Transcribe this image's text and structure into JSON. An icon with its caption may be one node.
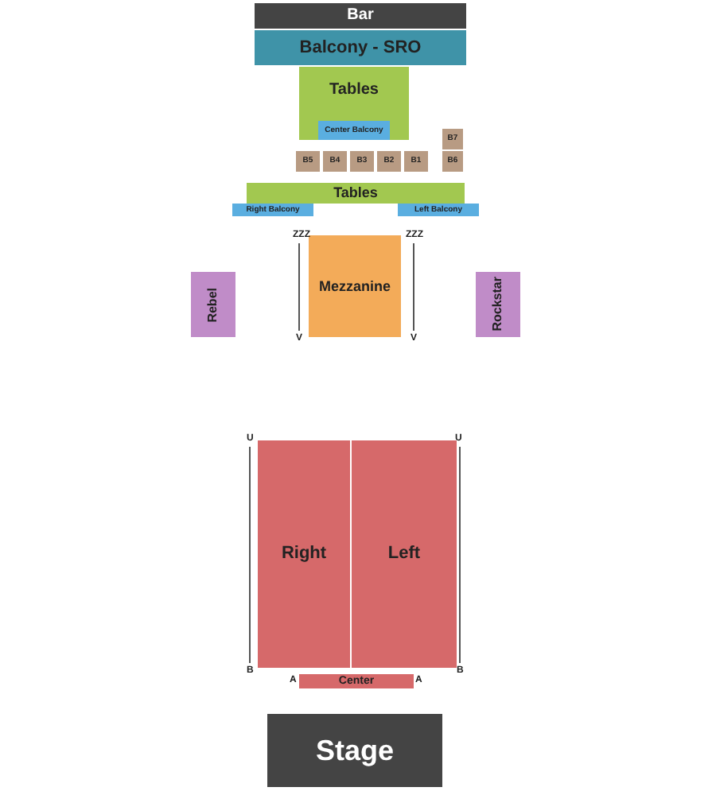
{
  "diagram": {
    "nodes": [
      {
        "text": [
          "Bar"
        ]
      },
      {
        "text": [
          "Balcony - SRO"
        ]
      },
      {
        "text": [
          "Tables"
        ]
      },
      {
        "text": [
          "Center Balcony"
        ],
        "in": 2
      },
      {
        "text": [
          "B7"
        ]
      },
      {
        "text": [
          "B5"
        ]
      },
      {
        "text": [
          "B4"
        ]
      },
      {
        "text": [
          "B3"
        ]
      },
      {
        "text": [
          "B2"
        ]
      },
      {
        "text": [
          "B1"
        ]
      },
      {
        "text": [
          "B6"
        ]
      },
      {
        "text": [
          "Tables"
        ]
      },
      {
        "text": [
          "Right Balcony"
        ]
      },
      {
        "text": [
          "Left Balcony"
        ]
      },
      {
        "text": [
          "Rebel"
        ]
      },
      {
        "text": [
          "Mezzanine"
        ]
      },
      {
        "text": [
          "Rockstar"
        ]
      },
      {
        "text": [
          "Right"
        ]
      },
      {
        "text": [
          "Left"
        ]
      },
      {
        "text": [
          "Center"
        ]
      },
      {
        "text": [
          "Stage"
        ]
      }
    ],
    "labels": [
      "ZZZ",
      "ZZZ",
      "V",
      "V",
      "U",
      "U",
      "B",
      "B",
      "A",
      "A"
    ]
  }
}
